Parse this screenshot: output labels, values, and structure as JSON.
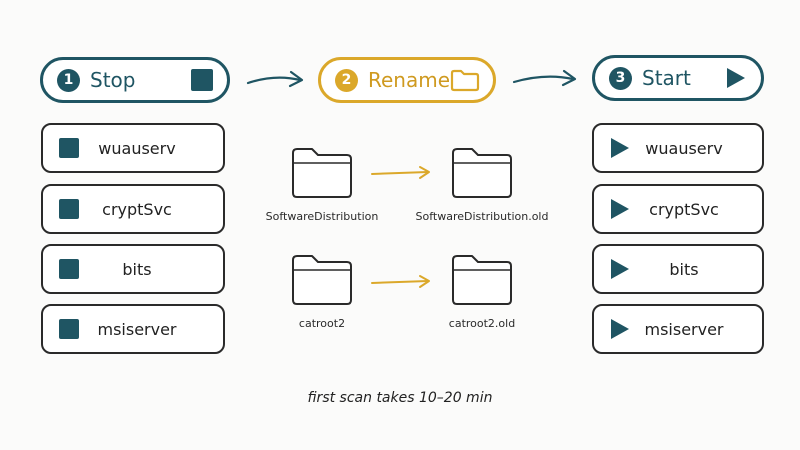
{
  "steps": {
    "stop": {
      "number": "1",
      "label": "Stop",
      "icon": "stop-square-icon",
      "color": "#1f5563"
    },
    "rename": {
      "number": "2",
      "label": "Rename",
      "icon": "folder-icon",
      "color": "#dba82a"
    },
    "start": {
      "number": "3",
      "label": "Start",
      "icon": "play-triangle-icon",
      "color": "#1f5563"
    }
  },
  "stop_services": [
    "wuauserv",
    "cryptSvc",
    "bits",
    "msiserver"
  ],
  "start_services": [
    "wuauserv",
    "cryptSvc",
    "bits",
    "msiserver"
  ],
  "renames": [
    {
      "from": "SoftwareDistribution",
      "to": "SoftwareDistribution.old"
    },
    {
      "from": "catroot2",
      "to": "catroot2.old"
    }
  ],
  "footer": "first scan takes 10–20 min"
}
